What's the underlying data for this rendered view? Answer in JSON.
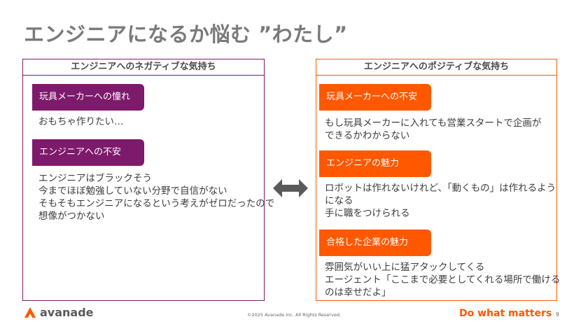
{
  "title": "エンジニアになるか悩む ”わたし”",
  "negative_panel": {
    "header": "エンジニアへのネガティブな気持ち",
    "items": [
      {
        "label": "玩具メーカーへの憧れ",
        "lines": [
          "おもちゃ作りたい…"
        ]
      },
      {
        "label": "エンジニアへの不安",
        "lines": [
          "エンジニアはブラックそう",
          "今までほぼ勉強していない分野で自信がない",
          "そもそもエンジニアになるという考えがゼロだったので",
          "想像がつかない"
        ]
      }
    ]
  },
  "positive_panel": {
    "header": "エンジニアへのポジティブな気持ち",
    "items": [
      {
        "label": "玩具メーカーへの不安",
        "lines": [
          "もし玩具メーカーに入れても営業スタートで企画が",
          "できるかわからない"
        ]
      },
      {
        "label": "エンジニアの魅力",
        "lines": [
          "ロボットは作れないけれど、「動くもの」は作れるよう",
          "になる",
          "手に職をつけられる"
        ]
      },
      {
        "label": "合格した企業の魅力",
        "lines": [
          "雰囲気がいい上に猛アタックしてくる",
          "エージェント「ここまで必要としてくれる場所で働ける",
          "のは幸せだよ」"
        ]
      }
    ]
  },
  "footer": {
    "logo_text": "avanade",
    "copyright": "©2025 Avanade Inc. All Rights Reserved.",
    "tagline": "Do what matters",
    "page_number": "9"
  },
  "colors": {
    "negative": "#7d1a6b",
    "positive": "#ff5800",
    "title": "#7a7a7a",
    "arrow": "#5a5a5a"
  }
}
